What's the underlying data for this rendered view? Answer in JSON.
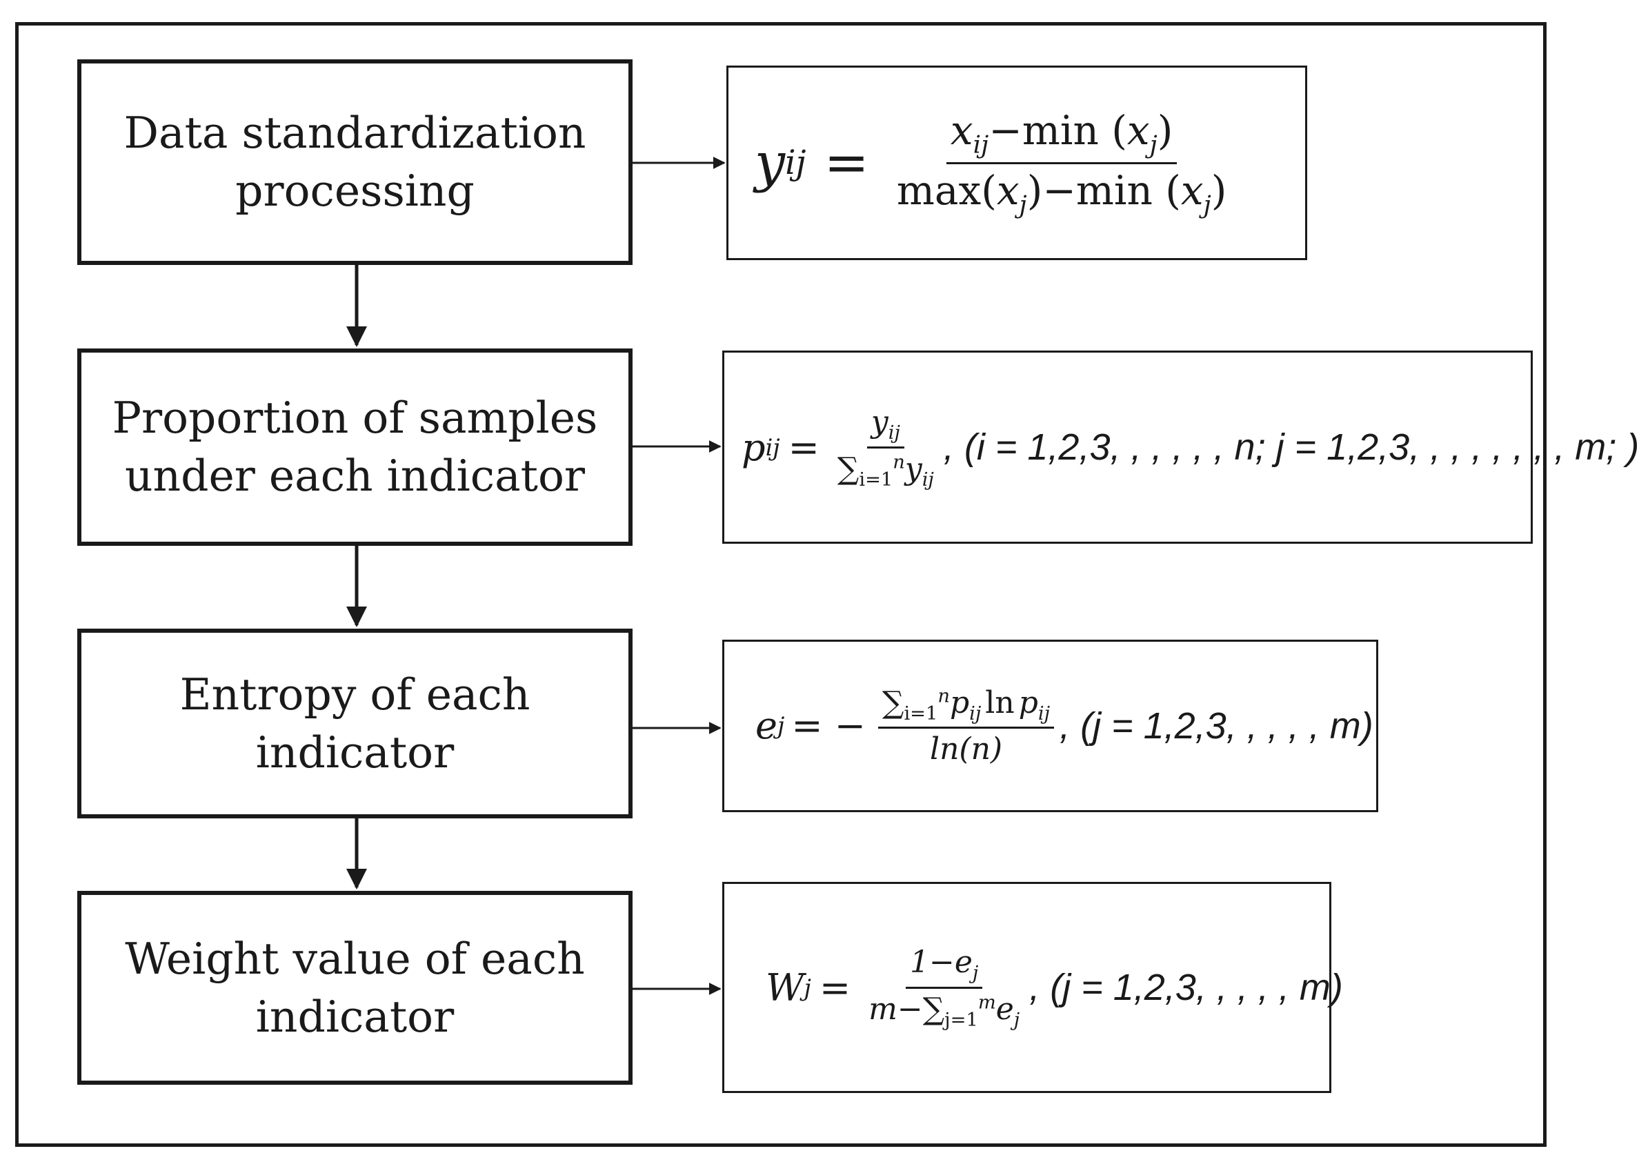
{
  "steps": [
    {
      "id": "standardization",
      "line1": "Data standardization",
      "line2": "processing"
    },
    {
      "id": "proportion",
      "line1": "Proportion of samples",
      "line2": "under each indicator"
    },
    {
      "id": "entropy",
      "line1": "Entropy of each",
      "line2": "indicator"
    },
    {
      "id": "weight",
      "line1": "Weight value of each",
      "line2": "indicator"
    }
  ],
  "formulas": {
    "f1": {
      "lhs": "y",
      "lhs_sub": "ij",
      "eq": "=",
      "num_var": "x",
      "num_sub": "ij",
      "num_rest": "−min (",
      "num_arg": "x",
      "num_arg_sub": "j",
      "num_close": ")",
      "den_max": "max(",
      "den_arg1": "x",
      "den_arg1_sub": "j",
      "den_mid": ")−min (",
      "den_arg2": "x",
      "den_arg2_sub": "j",
      "den_close": ")"
    },
    "f2": {
      "lhs": "p",
      "lhs_sub": "ij",
      "eq": "=",
      "num": "y",
      "num_sub": "ij",
      "den_sum": "∑",
      "den_sum_sub": "i=1",
      "den_sum_sup": "n",
      "den_var": "y",
      "den_var_sub": "ij",
      "cond": ", (i = 1,2,3, , , , , , n; j = 1,2,3, , , , , , , , m; )"
    },
    "f3": {
      "lhs": "e",
      "lhs_sub": "j",
      "eq": "= −",
      "num_sum": "∑",
      "num_sum_sub": "i=1",
      "num_sum_sup": "n",
      "num_p": "p",
      "num_p_sub": "ij",
      "num_ln": "ln",
      "num_p2": "p",
      "num_p2_sub": "ij",
      "den": "ln(n)",
      "cond": ", (j = 1,2,3, , , , , m)"
    },
    "f4": {
      "lhs": "W",
      "lhs_sub": "j",
      "eq": "=",
      "num_one": "1−e",
      "num_sub": "j",
      "den_m": "m−",
      "den_sum": "∑",
      "den_sum_sub": "j=1",
      "den_sum_sup": "m",
      "den_var": "e",
      "den_var_sub": "j",
      "cond": ", (j = 1,2,3, , , , , m)"
    }
  }
}
